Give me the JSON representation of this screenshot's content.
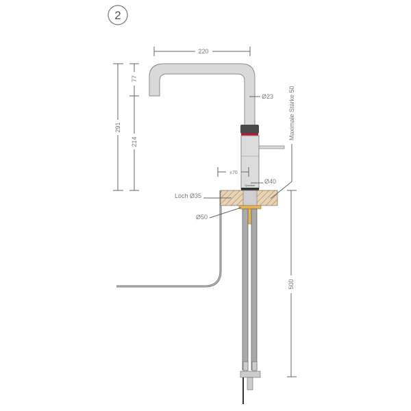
{
  "step_badge": "2",
  "dimensions": {
    "spout_reach": "220",
    "total_height": "291",
    "spout_drop": "77",
    "body_height": "214",
    "spout_diameter": "Ø23",
    "body_diameter": "Ø40",
    "adjust_range": "±70",
    "hole": "Loch Ø35",
    "washer": "Ø50",
    "max_thickness": "Maximale Stärke 50",
    "hose_length": "500"
  },
  "brand_mark": "Quooker",
  "colors": {
    "tap": "#d9d9d9",
    "tap_outline": "#8a8a8a",
    "countertop": "#e7d3b3",
    "washer": "#e3b457",
    "accent_ring": "#c8102e",
    "knurl": "#4a4a4a"
  }
}
